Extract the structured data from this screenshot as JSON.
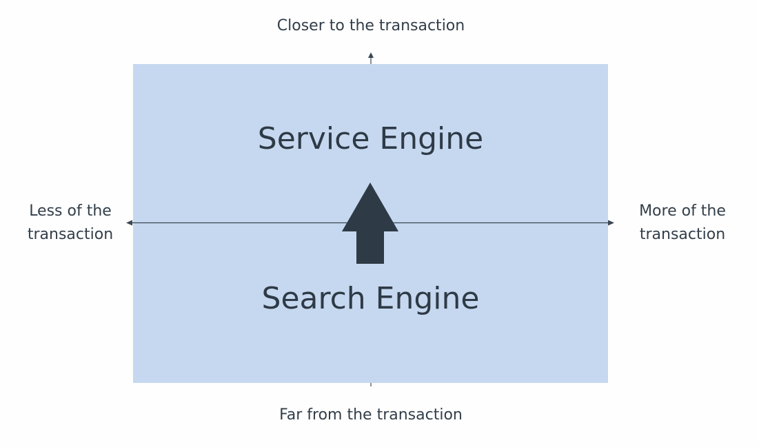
{
  "diagram": {
    "axis_top_label": "Closer to the transaction",
    "axis_bottom_label": "Far from the transaction",
    "axis_left_label": "Less of the\ntransaction",
    "axis_right_label": "More of the\ntransaction",
    "upper_box_label": "Service Engine",
    "lower_box_label": "Search Engine",
    "arrow_direction": "up",
    "colors": {
      "box_fill": "#c6d8ef",
      "axis_line": "#3a4652",
      "arrow_fill": "#2e3a45",
      "text": "#2e3a46"
    }
  }
}
